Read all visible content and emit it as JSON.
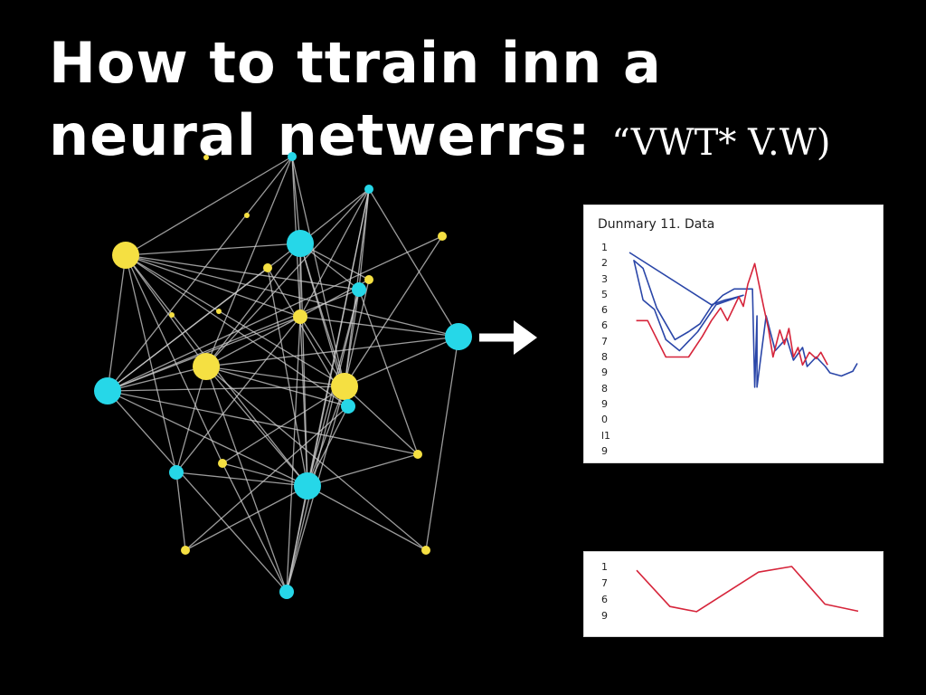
{
  "title": {
    "line1": "How to ttrain inn a",
    "line2_main": "neural netwerrs:",
    "line2_tail": "“VWT* V.W)"
  },
  "colors": {
    "background": "#000000",
    "node_cyan": "#26d7e8",
    "node_yellow": "#f5e042",
    "edge": "#cfcfcf",
    "series_red": "#d6243a",
    "series_blue": "#2a46a8"
  },
  "network": {
    "icon": "arrow-right-icon",
    "nodes": [
      {
        "color": "yellow",
        "size": "large"
      },
      {
        "color": "cyan",
        "size": "large"
      },
      {
        "color": "cyan",
        "size": "small"
      },
      {
        "color": "cyan",
        "size": "small"
      },
      {
        "color": "yellow",
        "size": "small"
      },
      {
        "color": "cyan",
        "size": "medium"
      },
      {
        "color": "yellow",
        "size": "small"
      },
      {
        "color": "yellow",
        "size": "small"
      },
      {
        "color": "yellow",
        "size": "medium"
      },
      {
        "color": "cyan",
        "size": "large"
      },
      {
        "color": "cyan",
        "size": "large"
      },
      {
        "color": "yellow",
        "size": "large"
      },
      {
        "color": "yellow",
        "size": "large"
      },
      {
        "color": "yellow",
        "size": "small"
      },
      {
        "color": "cyan",
        "size": "medium"
      },
      {
        "color": "yellow",
        "size": "small"
      },
      {
        "color": "cyan",
        "size": "large"
      },
      {
        "color": "yellow",
        "size": "small"
      },
      {
        "color": "yellow",
        "size": "small"
      },
      {
        "color": "cyan",
        "size": "medium"
      },
      {
        "color": "cyan",
        "size": "medium"
      },
      {
        "color": "yellow",
        "size": "tiny"
      },
      {
        "color": "yellow",
        "size": "tiny"
      },
      {
        "color": "yellow",
        "size": "tiny"
      },
      {
        "color": "yellow",
        "size": "tiny"
      }
    ],
    "edges": [
      [
        0,
        1
      ],
      [
        0,
        3
      ],
      [
        0,
        5
      ],
      [
        0,
        8
      ],
      [
        0,
        11
      ],
      [
        0,
        12
      ],
      [
        0,
        9
      ],
      [
        0,
        14
      ],
      [
        0,
        16
      ],
      [
        0,
        10
      ],
      [
        1,
        2
      ],
      [
        1,
        3
      ],
      [
        1,
        5
      ],
      [
        1,
        8
      ],
      [
        1,
        10
      ],
      [
        1,
        11
      ],
      [
        1,
        12
      ],
      [
        1,
        16
      ],
      [
        2,
        5
      ],
      [
        2,
        8
      ],
      [
        2,
        11
      ],
      [
        2,
        19
      ],
      [
        2,
        12
      ],
      [
        2,
        16
      ],
      [
        3,
        8
      ],
      [
        3,
        11
      ],
      [
        3,
        10
      ],
      [
        4,
        10
      ],
      [
        4,
        12
      ],
      [
        5,
        10
      ],
      [
        5,
        12
      ],
      [
        5,
        16
      ],
      [
        5,
        19
      ],
      [
        6,
        10
      ],
      [
        6,
        16
      ],
      [
        6,
        20
      ],
      [
        7,
        12
      ],
      [
        7,
        8
      ],
      [
        7,
        1
      ],
      [
        8,
        11
      ],
      [
        8,
        12
      ],
      [
        8,
        10
      ],
      [
        8,
        16
      ],
      [
        8,
        14
      ],
      [
        8,
        19
      ],
      [
        9,
        11
      ],
      [
        9,
        12
      ],
      [
        9,
        8
      ],
      [
        9,
        18
      ],
      [
        10,
        11
      ],
      [
        10,
        12
      ],
      [
        10,
        16
      ],
      [
        10,
        13
      ],
      [
        10,
        19
      ],
      [
        11,
        16
      ],
      [
        11,
        14
      ],
      [
        11,
        19
      ],
      [
        11,
        20
      ],
      [
        11,
        18
      ],
      [
        11,
        12
      ],
      [
        12,
        16
      ],
      [
        12,
        13
      ],
      [
        12,
        15
      ],
      [
        12,
        19
      ],
      [
        12,
        20
      ],
      [
        13,
        16
      ],
      [
        14,
        16
      ],
      [
        14,
        17
      ],
      [
        15,
        16
      ],
      [
        15,
        19
      ],
      [
        16,
        17
      ],
      [
        16,
        19
      ],
      [
        16,
        20
      ],
      [
        16,
        18
      ],
      [
        17,
        20
      ],
      [
        0,
        15
      ],
      [
        5,
        13
      ],
      [
        3,
        12
      ],
      [
        2,
        9
      ],
      [
        1,
        20
      ],
      [
        0,
        20
      ]
    ]
  },
  "chart_data": [
    {
      "type": "line",
      "title": "Dunmary 11. Data",
      "y_ticks": [
        "1",
        "2",
        "3",
        "5",
        "6",
        "6",
        "7",
        "8",
        "9",
        "8",
        "9",
        "0",
        "l1",
        "9"
      ],
      "series": [
        {
          "color": "blue",
          "values": [
            [
              0.0,
              0.0
            ],
            [
              0.36,
              0.33
            ],
            [
              0.42,
              0.3
            ],
            [
              0.45,
              0.29
            ],
            [
              0.5,
              0.27
            ],
            [
              0.38,
              0.33
            ],
            [
              0.3,
              0.5
            ],
            [
              0.22,
              0.62
            ],
            [
              0.16,
              0.55
            ],
            [
              0.11,
              0.36
            ],
            [
              0.06,
              0.3
            ],
            [
              0.02,
              0.05
            ],
            [
              0.06,
              0.1
            ],
            [
              0.12,
              0.35
            ],
            [
              0.2,
              0.55
            ],
            [
              0.26,
              0.5
            ],
            [
              0.31,
              0.45
            ],
            [
              0.36,
              0.34
            ],
            [
              0.41,
              0.27
            ],
            [
              0.46,
              0.23
            ],
            [
              0.54,
              0.23
            ],
            [
              0.55,
              0.85
            ],
            [
              0.56,
              0.4
            ],
            [
              0.56,
              0.85
            ],
            [
              0.6,
              0.4
            ],
            [
              0.64,
              0.62
            ],
            [
              0.69,
              0.54
            ],
            [
              0.72,
              0.68
            ],
            [
              0.76,
              0.6
            ],
            [
              0.78,
              0.72
            ],
            [
              0.82,
              0.66
            ],
            [
              0.86,
              0.72
            ],
            [
              0.88,
              0.76
            ],
            [
              0.93,
              0.78
            ],
            [
              0.98,
              0.75
            ],
            [
              1.0,
              0.7
            ]
          ]
        },
        {
          "color": "red",
          "values": [
            [
              0.03,
              0.43
            ],
            [
              0.08,
              0.43
            ],
            [
              0.16,
              0.66
            ],
            [
              0.26,
              0.66
            ],
            [
              0.32,
              0.53
            ],
            [
              0.36,
              0.43
            ],
            [
              0.4,
              0.35
            ],
            [
              0.43,
              0.43
            ],
            [
              0.48,
              0.28
            ],
            [
              0.5,
              0.34
            ],
            [
              0.52,
              0.2
            ],
            [
              0.55,
              0.07
            ],
            [
              0.59,
              0.35
            ],
            [
              0.61,
              0.48
            ],
            [
              0.63,
              0.66
            ],
            [
              0.66,
              0.49
            ],
            [
              0.68,
              0.58
            ],
            [
              0.7,
              0.48
            ],
            [
              0.72,
              0.66
            ],
            [
              0.74,
              0.6
            ],
            [
              0.76,
              0.71
            ],
            [
              0.79,
              0.63
            ],
            [
              0.82,
              0.67
            ],
            [
              0.84,
              0.63
            ],
            [
              0.87,
              0.71
            ]
          ]
        }
      ]
    },
    {
      "type": "line",
      "title": "",
      "y_ticks": [
        "1",
        "7",
        "6",
        "9"
      ],
      "series": [
        {
          "color": "red",
          "values": [
            [
              0.0,
              0.08
            ],
            [
              0.15,
              0.85
            ],
            [
              0.27,
              0.96
            ],
            [
              0.55,
              0.12
            ],
            [
              0.7,
              0.0
            ],
            [
              0.85,
              0.8
            ],
            [
              1.0,
              0.95
            ]
          ]
        }
      ]
    }
  ]
}
